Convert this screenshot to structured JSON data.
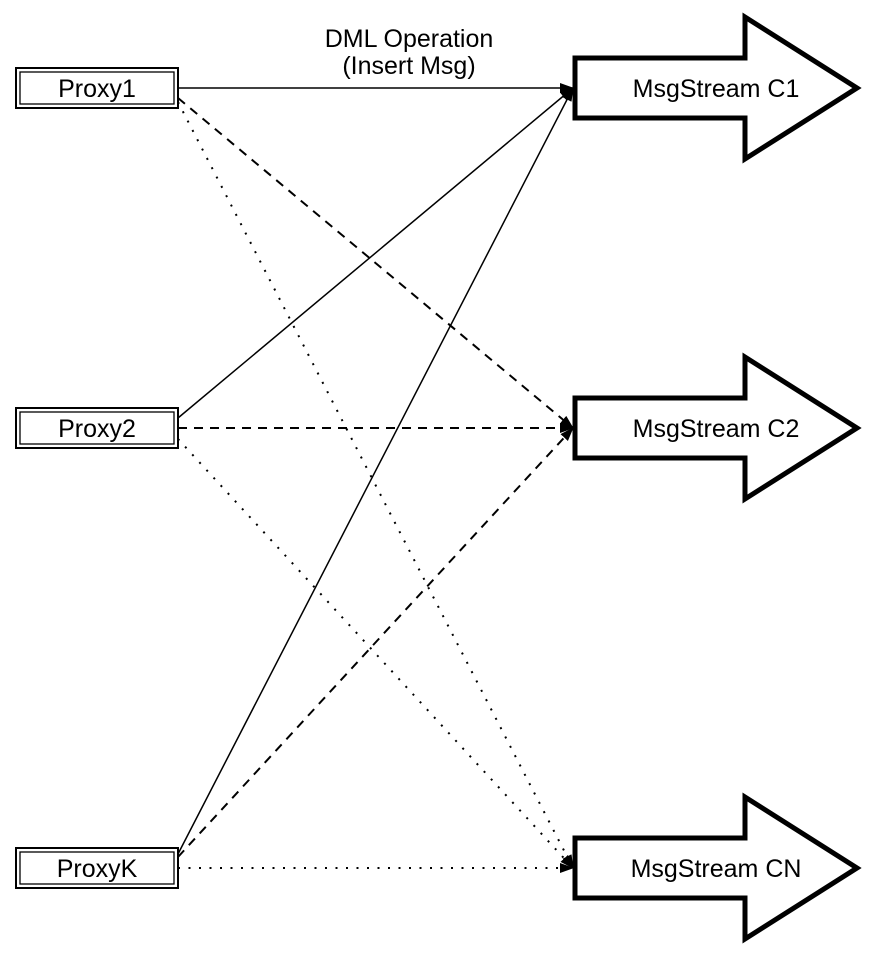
{
  "title": {
    "line1": "DML Operation",
    "line2": "(Insert Msg)"
  },
  "proxies": [
    {
      "id": "proxy1",
      "label": "Proxy1"
    },
    {
      "id": "proxy2",
      "label": "Proxy2"
    },
    {
      "id": "proxyk",
      "label": "ProxyK"
    }
  ],
  "streams": [
    {
      "id": "c1",
      "label": "MsgStream C1"
    },
    {
      "id": "c2",
      "label": "MsgStream C2"
    },
    {
      "id": "cn",
      "label": "MsgStream CN"
    }
  ],
  "edges": [
    {
      "from": "proxy1",
      "to": "c1",
      "style": "solid"
    },
    {
      "from": "proxy1",
      "to": "c2",
      "style": "dashed"
    },
    {
      "from": "proxy1",
      "to": "cn",
      "style": "dotted"
    },
    {
      "from": "proxy2",
      "to": "c1",
      "style": "solid"
    },
    {
      "from": "proxy2",
      "to": "c2",
      "style": "dashed"
    },
    {
      "from": "proxy2",
      "to": "cn",
      "style": "dotted"
    },
    {
      "from": "proxyk",
      "to": "c1",
      "style": "solid"
    },
    {
      "from": "proxyk",
      "to": "c2",
      "style": "dashed"
    },
    {
      "from": "proxyk",
      "to": "cn",
      "style": "dotted"
    }
  ],
  "colors": {
    "stroke": "#000000",
    "fill": "#ffffff",
    "background": "#ffffff"
  }
}
